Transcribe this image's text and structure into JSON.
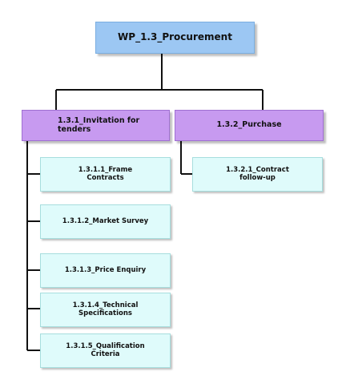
{
  "diagram": {
    "root": {
      "label": "WP_1.3_Procurement"
    },
    "groups": [
      {
        "label": "1.3.1_Invitation for tenders",
        "children": [
          {
            "label": "1.3.1.1_Frame Contracts"
          },
          {
            "label": "1.3.1.2_Market Survey"
          },
          {
            "label": "1.3.1.3_Price Enquiry"
          },
          {
            "label": "1.3.1.4_Technical Specifications"
          },
          {
            "label": "1.3.1.5_Qualification Criteria"
          }
        ]
      },
      {
        "label": "1.3.2_Purchase",
        "children": [
          {
            "label": "1.3.2.1_Contract follow-up"
          }
        ]
      }
    ],
    "colors": {
      "root_fill": "#9cc7f3",
      "group_fill": "#c79af0",
      "leaf_fill": "#dffbfb",
      "connector": "#111111"
    }
  }
}
